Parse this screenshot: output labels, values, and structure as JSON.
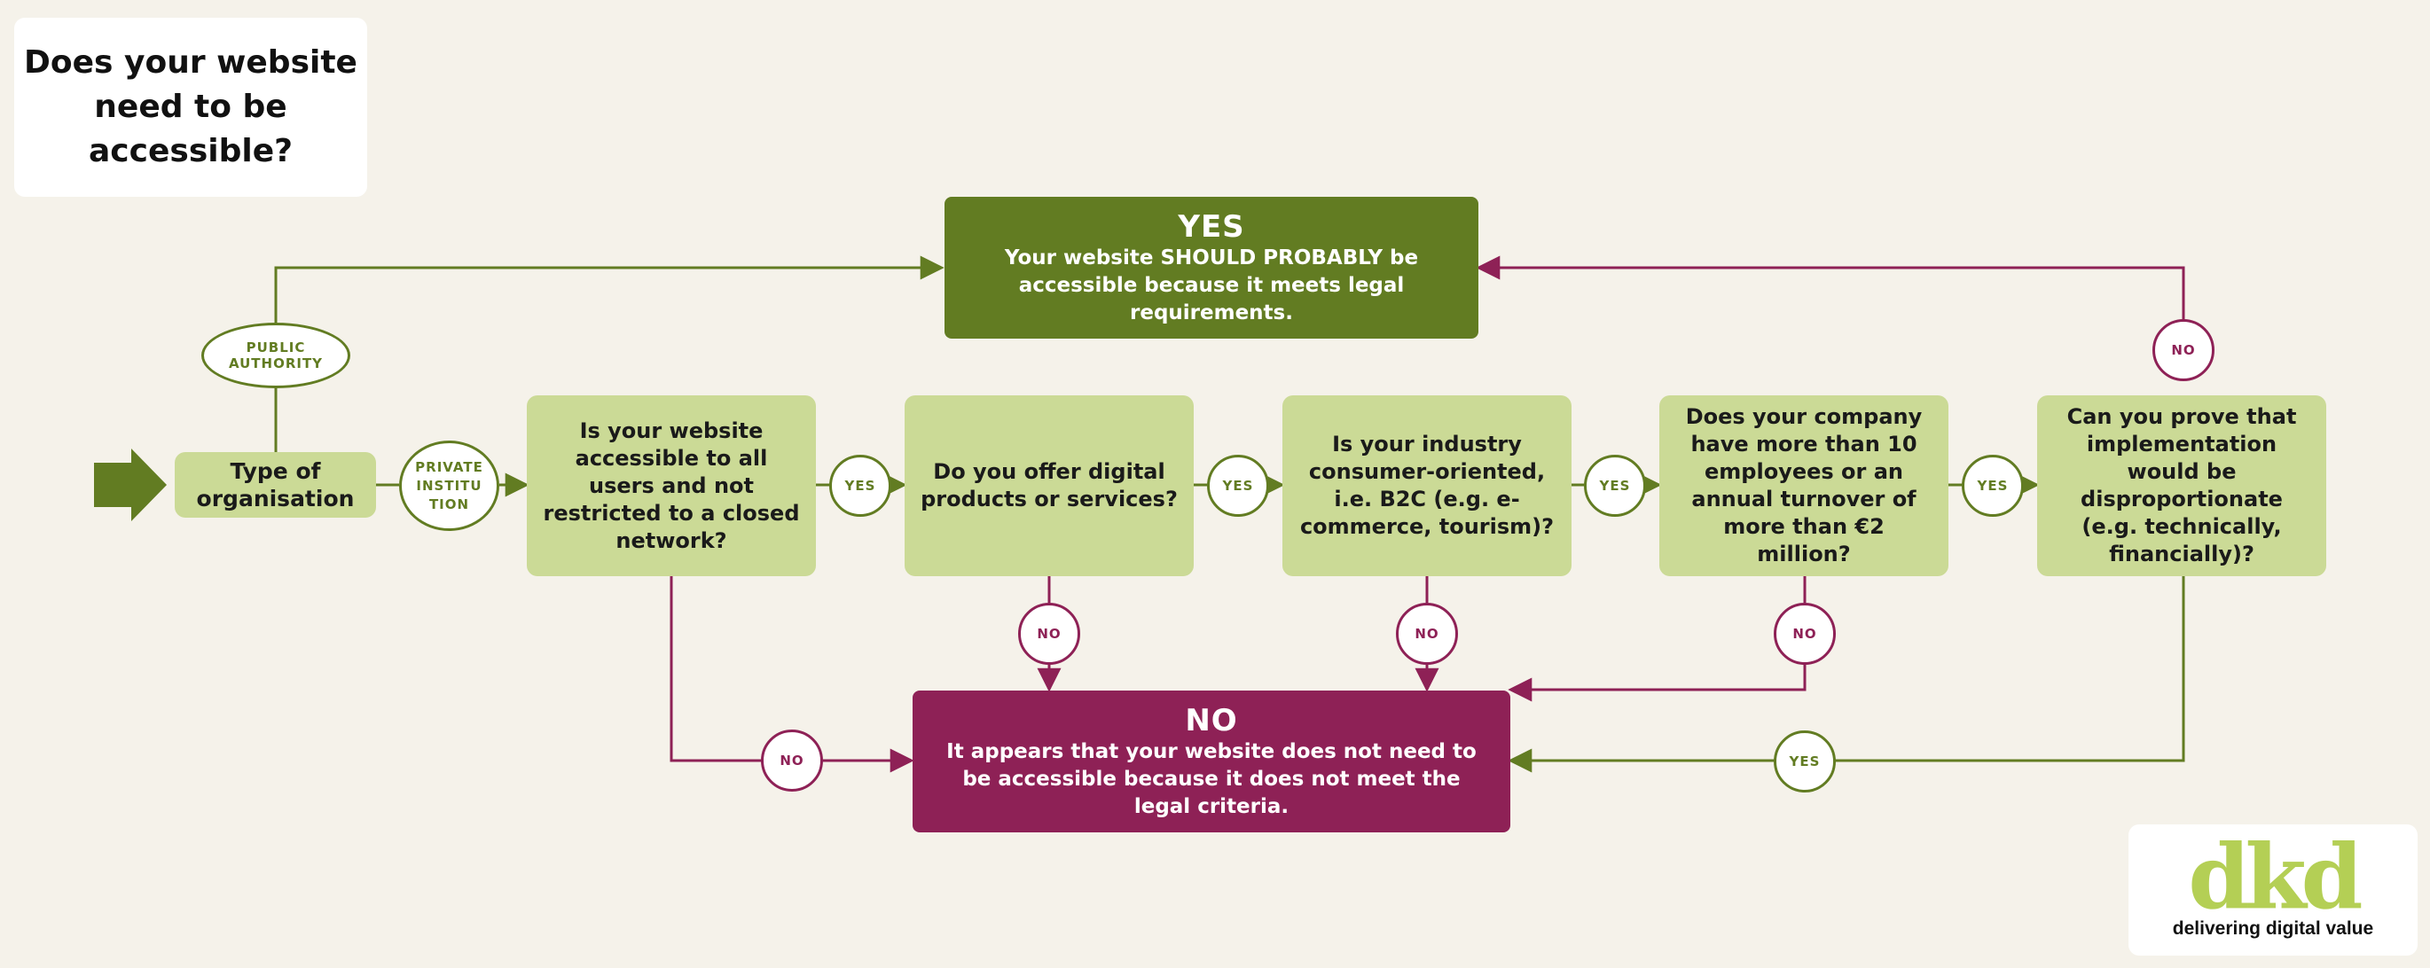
{
  "title": "Does your website need to be accessible?",
  "start": "Type of organisation",
  "branches": {
    "public": "PUBLIC AUTHORITY",
    "private": "PRIVATE INSTITU TION"
  },
  "questions": [
    "Is your website accessible to all users and not restricted to a closed network?",
    "Do you offer digital products or services?",
    "Is your industry consumer-oriented, i.e. B2C (e.g. e-commerce, tourism)?",
    "Does your company have more than 10 employees or an annual turnover of more than €2 million?",
    "Can you prove that implementation would be disproportionate (e.g. technically, financially)?"
  ],
  "labels": {
    "yes": "YES",
    "no": "NO"
  },
  "result_yes": {
    "title": "YES",
    "text": "Your website SHOULD PROBABLY be accessible because it meets legal requirements."
  },
  "result_no": {
    "title": "NO",
    "text": "It appears that your website does not need to be accessible because it does not meet the legal criteria."
  },
  "logo": {
    "mark": "dkd",
    "tagline": "delivering digital value"
  },
  "colors": {
    "background": "#f5f2ea",
    "question_fill": "#cbda96",
    "yes_green": "#627c22",
    "no_purple": "#8e2156",
    "logo_green": "#b4cf55"
  }
}
